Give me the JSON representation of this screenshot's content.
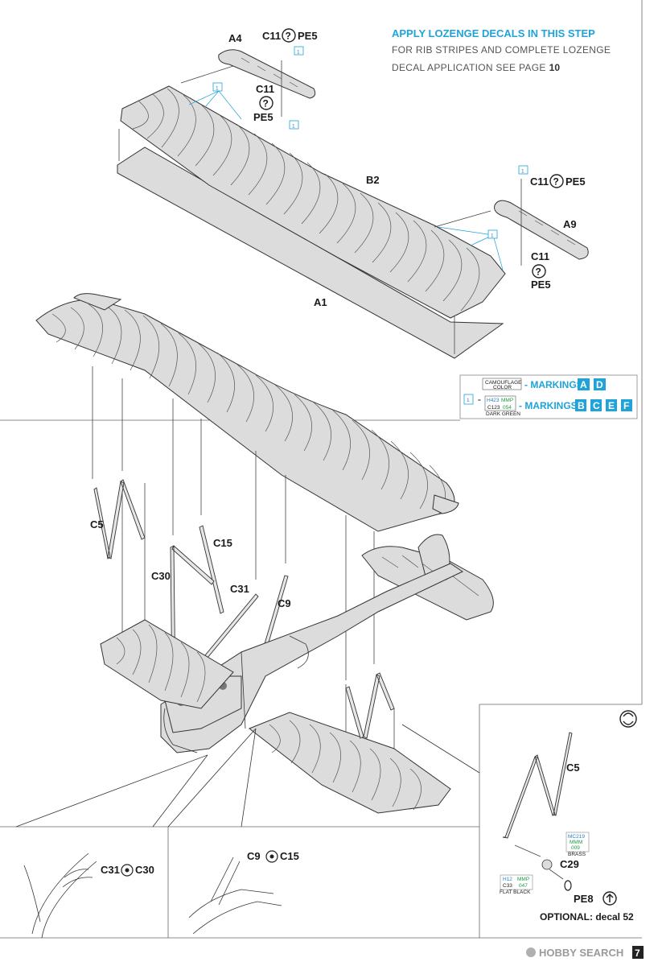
{
  "header": {
    "title": "APPLY LOZENGE DECALS IN THIS STEP",
    "line1": "FOR RIB STRIPES AND COMPLETE LOZENGE",
    "line2_prefix": "DECAL  APPLICATION SEE PAGE",
    "line2_page": "10"
  },
  "parts": {
    "A4": "A4",
    "C11_top": "C11",
    "PE5_top": "PE5",
    "C11_mid": "C11",
    "PE5_mid": "PE5",
    "B2": "B2",
    "C11_right": "C11",
    "PE5_right": "PE5",
    "A9": "A9",
    "C11_right_low": "C11",
    "PE5_right_low": "PE5",
    "A1": "A1",
    "C5": "C5",
    "C15": "C15",
    "C30": "C30",
    "C31": "C31",
    "C9": "C9",
    "callout": "1"
  },
  "legend": {
    "camouflage_line1": "CAMOUFLAGE",
    "camouflage_line2": "COLOR",
    "markings_label": "- MARKINGS",
    "markings_set1": [
      "A",
      "D"
    ],
    "eq": "=",
    "h_code": "H423",
    "mmp_code": "MMP",
    "c_code": "C123",
    "mmp_num": "054",
    "color_name": "DARK GREEN",
    "markings_set2": [
      "B",
      "C",
      "E",
      "F"
    ]
  },
  "detail": {
    "C31_C30_a": "C31",
    "C31_C30_b": "C30",
    "C9_C15_a": "C9",
    "C9_C15_b": "C15",
    "C5": "C5",
    "mc_code": "MC219",
    "mmm_code": "MMM",
    "mmm_num": "009",
    "brass": "BRASS",
    "C29": "C29",
    "h12": "H12",
    "mmp2": "MMP",
    "c33": "C33",
    "mmp2_num": "047",
    "flat_black": "FLAT BLACK",
    "PE8": "PE8",
    "optional": "OPTIONAL: decal 52"
  },
  "footer": {
    "watermark": "HOBBY SEARCH",
    "page_number": "7"
  },
  "colors": {
    "accent_blue": "#1fa3d8",
    "green_code": "#1f9a44"
  },
  "icons": [
    "help-circle-icon",
    "rotate-icon",
    "glue-icon",
    "arrow-up-circle-icon"
  ]
}
